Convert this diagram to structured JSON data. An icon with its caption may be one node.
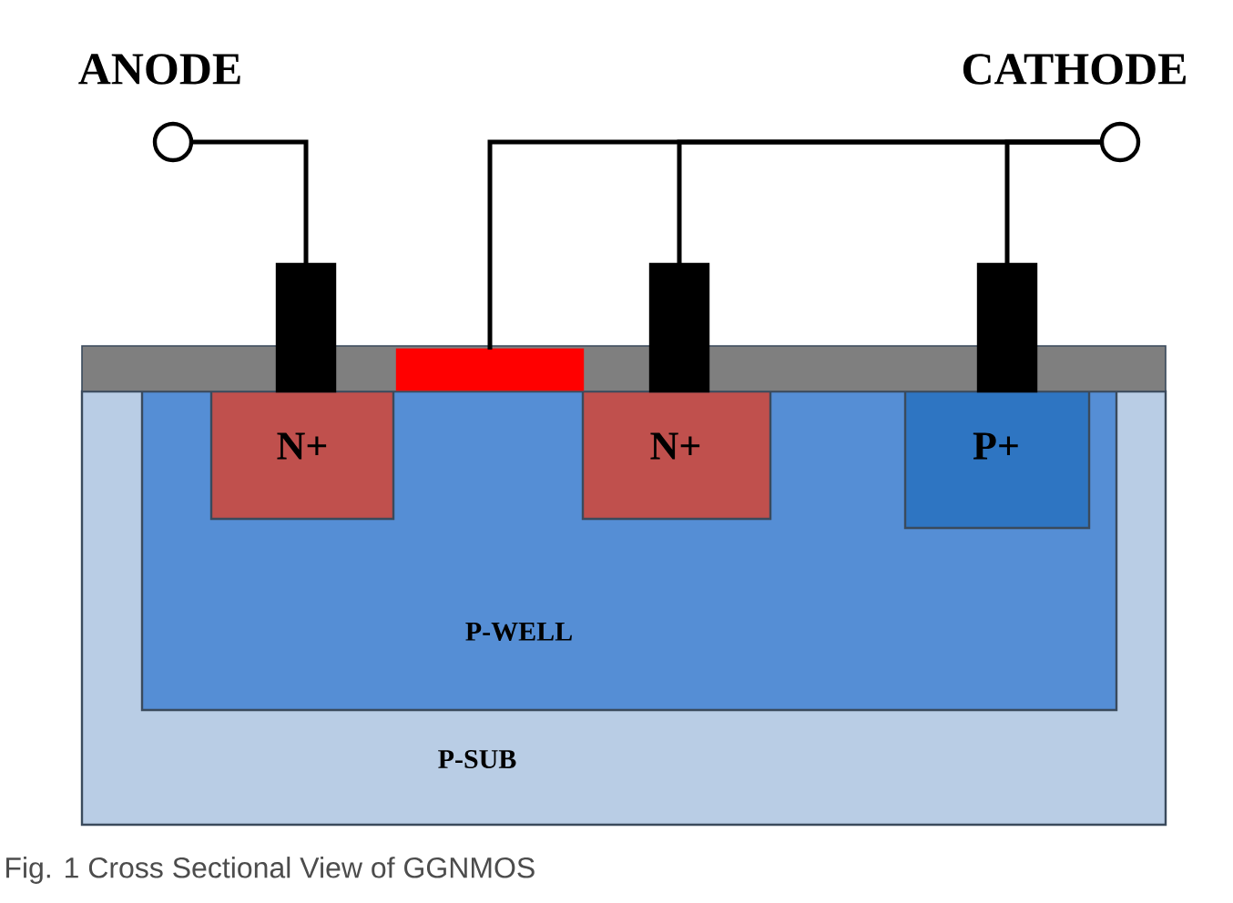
{
  "diagram": {
    "caption": "Fig. 1  Cross Sectional View of GGNMOS",
    "nodes": [
      {
        "text": [
          "ANODE"
        ]
      },
      {
        "text": [
          "CATHODE"
        ]
      },
      {
        "text": [
          "P-SUB"
        ]
      },
      {
        "text": [
          "P-WELL"
        ],
        "in": 2
      },
      {
        "text": [
          "N+"
        ],
        "in": 3
      },
      {
        "text": [
          "N+"
        ],
        "in": 3
      },
      {
        "text": [
          "P+"
        ],
        "in": 3
      },
      {
        "text": [],
        "shape": "bar"
      },
      {
        "text": [],
        "shape": "box"
      },
      {
        "text": [],
        "shape": "bar"
      },
      {
        "text": [],
        "shape": "bar"
      }
    ],
    "edges": [
      {
        "from": 0,
        "to": 7,
        "arrow": "none"
      },
      {
        "from": 1,
        "to": 8,
        "arrow": "none"
      },
      {
        "from": 1,
        "to": 9,
        "arrow": "none"
      },
      {
        "from": 1,
        "to": 10,
        "arrow": "none"
      }
    ]
  }
}
